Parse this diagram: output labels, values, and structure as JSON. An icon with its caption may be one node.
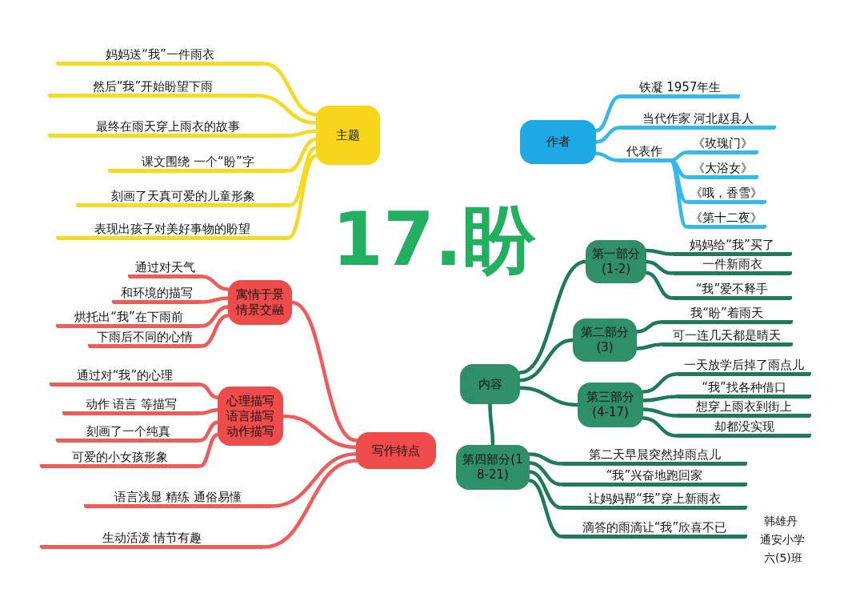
{
  "diagram": {
    "title": "17.盼",
    "nodes": [
      {
        "text": [
          "主题"
        ]
      },
      {
        "text": [
          "妈妈送“我”一件雨衣"
        ]
      },
      {
        "text": [
          "然后“我”开始盼望下雨"
        ]
      },
      {
        "text": [
          "最终在雨天穿上雨衣的故事"
        ]
      },
      {
        "text": [
          "课文围绕 一个“盼”字"
        ]
      },
      {
        "text": [
          "刻画了天真可爱的儿童形象"
        ]
      },
      {
        "text": [
          "表现出孩子对美好事物的盼望"
        ]
      },
      {
        "text": [
          "作者"
        ]
      },
      {
        "text": [
          "铁凝 1957年生"
        ]
      },
      {
        "text": [
          "当代作家 河北赵县人"
        ]
      },
      {
        "text": [
          "代表作"
        ]
      },
      {
        "text": [
          "《玫瑰门》"
        ]
      },
      {
        "text": [
          "《大浴女》"
        ]
      },
      {
        "text": [
          "《哦，香雪》"
        ]
      },
      {
        "text": [
          "《第十二夜》"
        ]
      },
      {
        "text": [
          "寓情于景情景交融"
        ]
      },
      {
        "text": [
          "通过对天气"
        ]
      },
      {
        "text": [
          "和环境的描写"
        ]
      },
      {
        "text": [
          "烘托出“我”在下雨前"
        ]
      },
      {
        "text": [
          "下雨后不同的心情"
        ]
      },
      {
        "text": [
          "心理描写语言描写动作描写"
        ]
      },
      {
        "text": [
          "通过对“我”的心理"
        ]
      },
      {
        "text": [
          "动作 语言 等描写"
        ]
      },
      {
        "text": [
          "刻画了一个纯真"
        ]
      },
      {
        "text": [
          "可爱的小女孩形象"
        ]
      },
      {
        "text": [
          "写作特点"
        ]
      },
      {
        "text": [
          "语言浅显 精练 通俗易懂"
        ]
      },
      {
        "text": [
          "生动活泼 情节有趣"
        ]
      },
      {
        "text": [
          "内容"
        ]
      },
      {
        "text": [
          "第一部分(1-2)"
        ]
      },
      {
        "text": [
          "妈妈给“我”买了"
        ]
      },
      {
        "text": [
          "一件新雨衣"
        ]
      },
      {
        "text": [
          "“我”爱不释手"
        ]
      },
      {
        "text": [
          "第二部分(3)"
        ]
      },
      {
        "text": [
          "我“盼”着雨天"
        ]
      },
      {
        "text": [
          "可一连几天都是晴天"
        ]
      },
      {
        "text": [
          "第三部分(4-17)"
        ]
      },
      {
        "text": [
          "一天放学后掉了雨点儿"
        ]
      },
      {
        "text": [
          "“我”找各种借口"
        ]
      },
      {
        "text": [
          "想穿上雨衣到街上"
        ]
      },
      {
        "text": [
          "却都没实现"
        ]
      },
      {
        "text": [
          "第四部分(18-21)"
        ]
      },
      {
        "text": [
          "第二天早晨突然掉雨点儿"
        ]
      },
      {
        "text": [
          "“我”兴奋地跑回家"
        ]
      },
      {
        "text": [
          "让妈妈帮“我”穿上新雨衣"
        ]
      },
      {
        "text": [
          "滴答的雨滴让“我”欣喜不已"
        ]
      }
    ],
    "edges": [
      {
        "from": 0,
        "to": 1,
        "arrow": "none",
        "color": "#f5d922"
      },
      {
        "from": 0,
        "to": 2,
        "arrow": "none",
        "color": "#f5d922"
      },
      {
        "from": 0,
        "to": 3,
        "arrow": "none",
        "color": "#f5d922"
      },
      {
        "from": 0,
        "to": 4,
        "arrow": "none",
        "color": "#f5d922"
      },
      {
        "from": 0,
        "to": 5,
        "arrow": "none",
        "color": "#f5d922"
      },
      {
        "from": 0,
        "to": 6,
        "arrow": "none",
        "color": "#f5d922"
      },
      {
        "from": 7,
        "to": 8,
        "arrow": "none",
        "color": "#35b8ec"
      },
      {
        "from": 7,
        "to": 9,
        "arrow": "none",
        "color": "#35b8ec"
      },
      {
        "from": 7,
        "to": 10,
        "arrow": "none",
        "color": "#35b8ec"
      },
      {
        "from": 10,
        "to": 11,
        "arrow": "none",
        "color": "#35b8ec"
      },
      {
        "from": 10,
        "to": 12,
        "arrow": "none",
        "color": "#35b8ec"
      },
      {
        "from": 10,
        "to": 13,
        "arrow": "none",
        "color": "#35b8ec"
      },
      {
        "from": 10,
        "to": 14,
        "arrow": "none",
        "color": "#35b8ec"
      },
      {
        "from": 25,
        "to": 15,
        "arrow": "none",
        "color": "#f05a58"
      },
      {
        "from": 15,
        "to": 16,
        "arrow": "none",
        "color": "#f05a58"
      },
      {
        "from": 15,
        "to": 17,
        "arrow": "none",
        "color": "#f05a58"
      },
      {
        "from": 15,
        "to": 18,
        "arrow": "none",
        "color": "#f05a58"
      },
      {
        "from": 15,
        "to": 19,
        "arrow": "none",
        "color": "#f05a58"
      },
      {
        "from": 25,
        "to": 20,
        "arrow": "none",
        "color": "#f05a58"
      },
      {
        "from": 20,
        "to": 21,
        "arrow": "none",
        "color": "#f05a58"
      },
      {
        "from": 20,
        "to": 22,
        "arrow": "none",
        "color": "#f05a58"
      },
      {
        "from": 20,
        "to": 23,
        "arrow": "none",
        "color": "#f05a58"
      },
      {
        "from": 20,
        "to": 24,
        "arrow": "none",
        "color": "#f05a58"
      },
      {
        "from": 25,
        "to": 26,
        "arrow": "none",
        "color": "#f05a58"
      },
      {
        "from": 25,
        "to": 27,
        "arrow": "none",
        "color": "#f05a58"
      },
      {
        "from": 28,
        "to": 29,
        "arrow": "none"
      },
      {
        "from": 28,
        "to": 33,
        "arrow": "none"
      },
      {
        "from": 28,
        "to": 36,
        "arrow": "none"
      },
      {
        "from": 28,
        "to": 41,
        "arrow": "none"
      },
      {
        "from": 29,
        "to": 30,
        "arrow": "none"
      },
      {
        "from": 29,
        "to": 31,
        "arrow": "none"
      },
      {
        "from": 29,
        "to": 32,
        "arrow": "none"
      },
      {
        "from": 33,
        "to": 34,
        "arrow": "none"
      },
      {
        "from": 33,
        "to": 35,
        "arrow": "none"
      },
      {
        "from": 36,
        "to": 37,
        "arrow": "none"
      },
      {
        "from": 36,
        "to": 38,
        "arrow": "none"
      },
      {
        "from": 36,
        "to": 39,
        "arrow": "none"
      },
      {
        "from": 36,
        "to": 40,
        "arrow": "none"
      },
      {
        "from": 41,
        "to": 42,
        "arrow": "none"
      },
      {
        "from": 41,
        "to": 43,
        "arrow": "none"
      },
      {
        "from": 41,
        "to": 44,
        "arrow": "none"
      },
      {
        "from": 41,
        "to": 45,
        "arrow": "none"
      }
    ],
    "labels": [
      "韩雄丹",
      "通安小学",
      "六(5)班"
    ]
  }
}
